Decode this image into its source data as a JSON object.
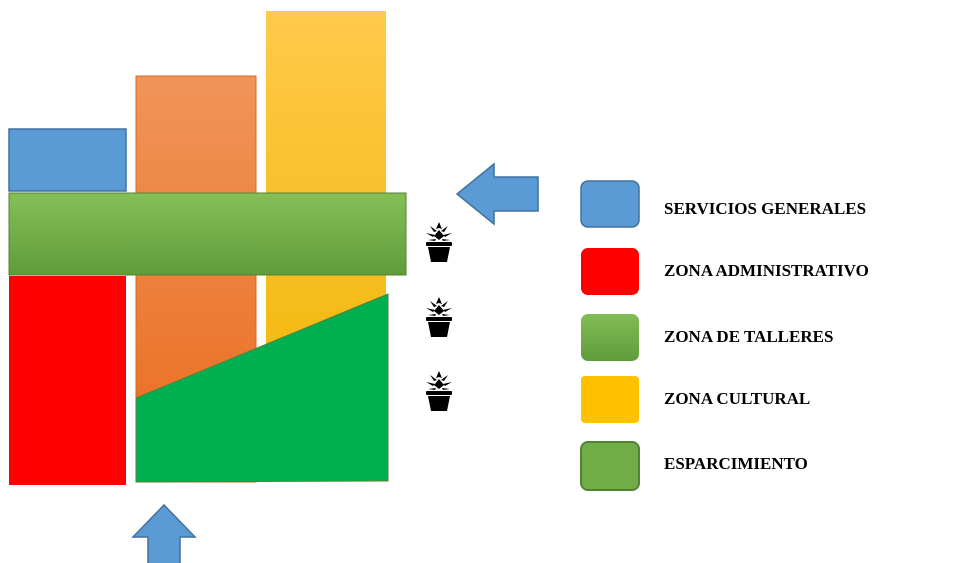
{
  "colors": {
    "servicios": "#5b9bd5",
    "servicios_border": "#41719c",
    "administrativo": "#ff0000",
    "talleres": "#70ad47",
    "cultural": "#ffc000",
    "esparcimiento": "#00b050",
    "esparcimiento_legend": "#70ad47",
    "orange": "#ed7d31",
    "arrow": "#5b9bd5",
    "plant": "#000000"
  },
  "legend": {
    "items": [
      {
        "label": "SERVICIOS GENERALES",
        "color": "#5b9bd5"
      },
      {
        "label": "ZONA ADMINISTRATIVO",
        "color": "#ff0000"
      },
      {
        "label": "ZONA DE TALLERES",
        "color": "#70ad47"
      },
      {
        "label": "ZONA CULTURAL",
        "color": "#ffc000"
      },
      {
        "label": "ESPARCIMIENTO",
        "color": "#70ad47"
      }
    ]
  },
  "icons": {
    "plant": "potted-plant-icon",
    "arrow": "block-arrow-icon"
  }
}
